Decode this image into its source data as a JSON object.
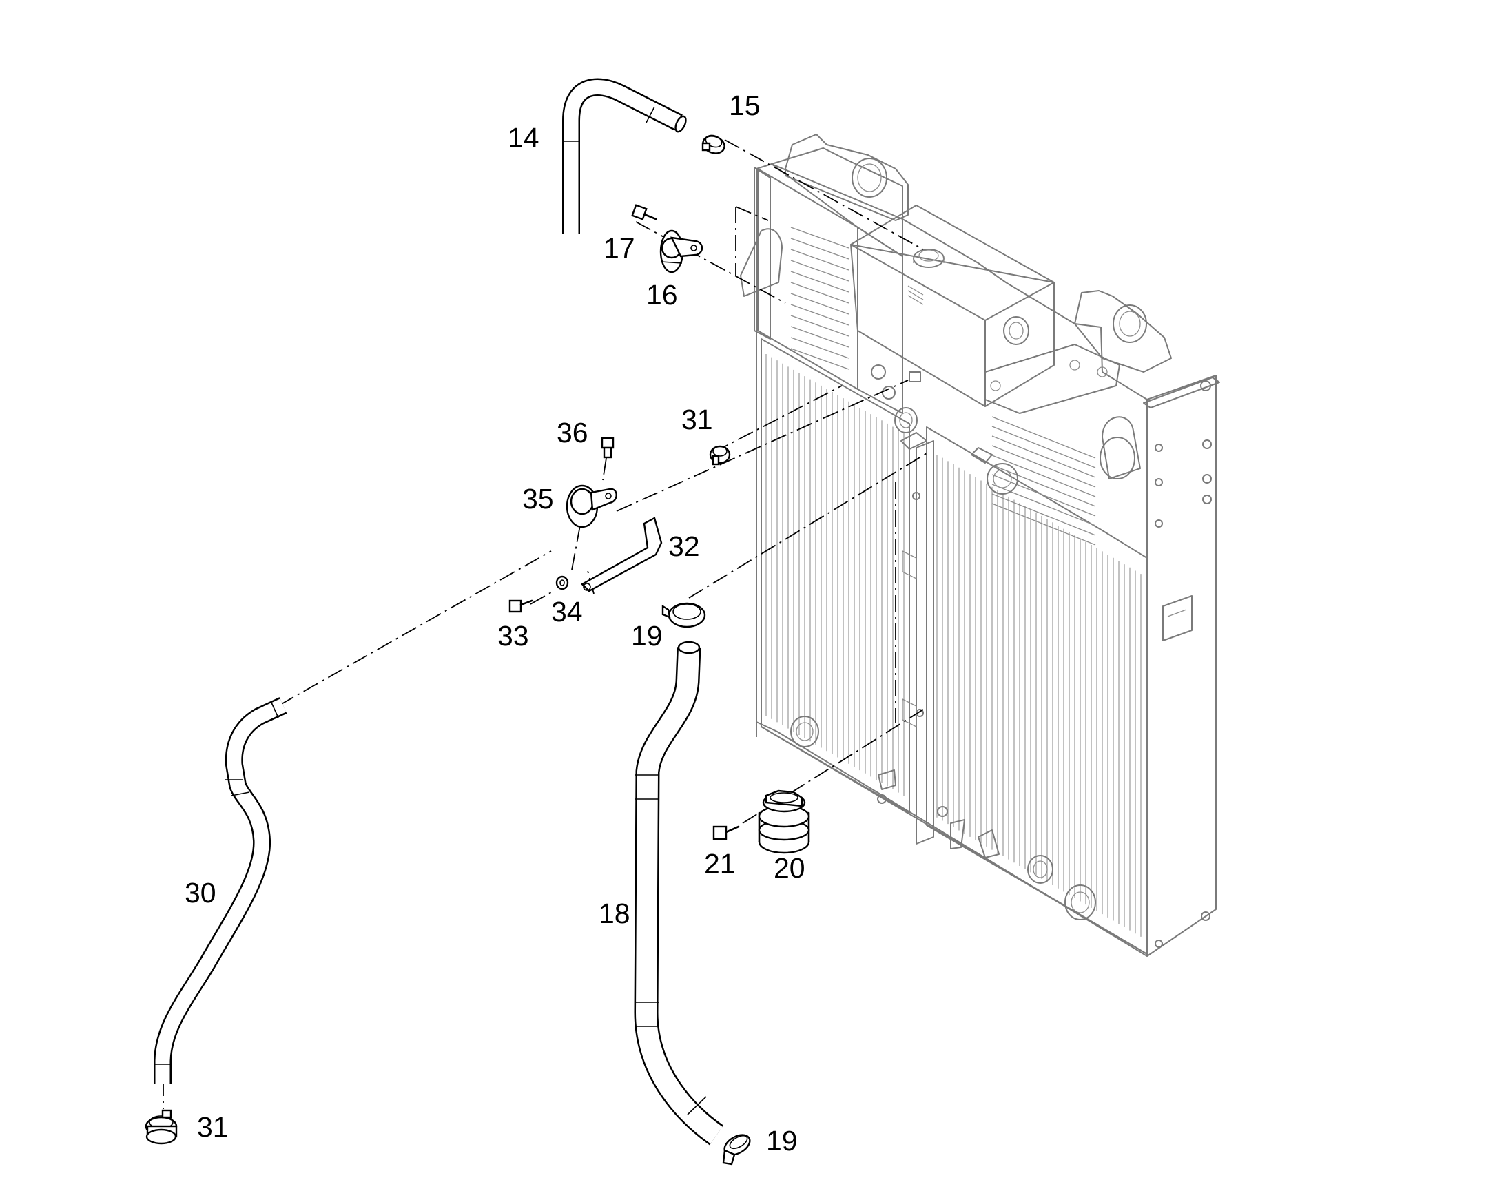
{
  "diagram": {
    "callouts": {
      "c14": "14",
      "c15": "15",
      "c16": "16",
      "c17": "17",
      "c18": "18",
      "c19a": "19",
      "c19b": "19",
      "c20": "20",
      "c21": "21",
      "c30": "30",
      "c31a": "31",
      "c31b": "31",
      "c32": "32",
      "c33": "33",
      "c34": "34",
      "c35": "35",
      "c36": "36"
    },
    "colors": {
      "line": "#000000",
      "radiator_outline": "#7a7a7a",
      "background": "#ffffff"
    }
  }
}
